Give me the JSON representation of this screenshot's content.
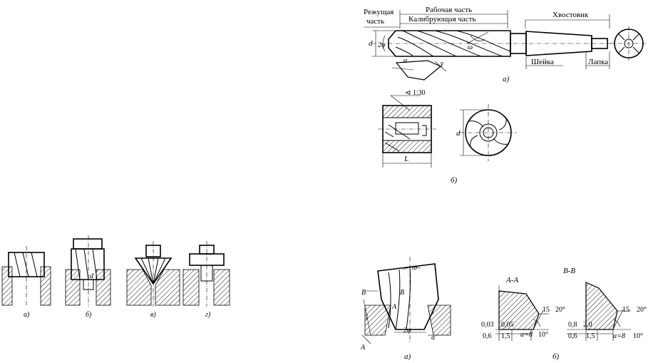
{
  "top_drawing": {
    "cutting_part": "Режущая\nчасть",
    "cutting_part_l1": "Режущая",
    "cutting_part_l2": "часть",
    "working_part": "Рабочая часть",
    "calibrating_part": "Калибрующая часть",
    "shank": "Хвостовик",
    "neck": "Шейка",
    "tang": "Лапка",
    "d": "d",
    "two_phi": "2φ",
    "omega": "ω",
    "alpha": "α",
    "gamma": "γ",
    "caption": "а)"
  },
  "middle_drawing": {
    "taper": "⊲ 1:30",
    "d": "d",
    "L": "L",
    "caption": "б)"
  },
  "left_series": {
    "captions": [
      "а)",
      "б)",
      "в)",
      "г)"
    ],
    "d": "d"
  },
  "bottom_left": {
    "B": "B",
    "A": "A",
    "omega": "ω",
    "l": "l",
    "t": "t",
    "two_phi": "2φ",
    "a": "a",
    "caption": "а)"
  },
  "section_aa": {
    "title": "А-А",
    "d1": "0,03",
    "d2": "0,05",
    "d3": "0,6",
    "d4": "1,5",
    "a15": "15",
    "a20": "20°",
    "alpha": "α=8",
    "a10": "10°"
  },
  "section_bb": {
    "title": "В-В",
    "d1": "0,8",
    "d2": "2,0",
    "d3": "0,6",
    "d4": "1,5",
    "a15": "15",
    "a20": "20°",
    "alpha": "α=8",
    "a10": "10°"
  },
  "bottom_caption": "б)"
}
